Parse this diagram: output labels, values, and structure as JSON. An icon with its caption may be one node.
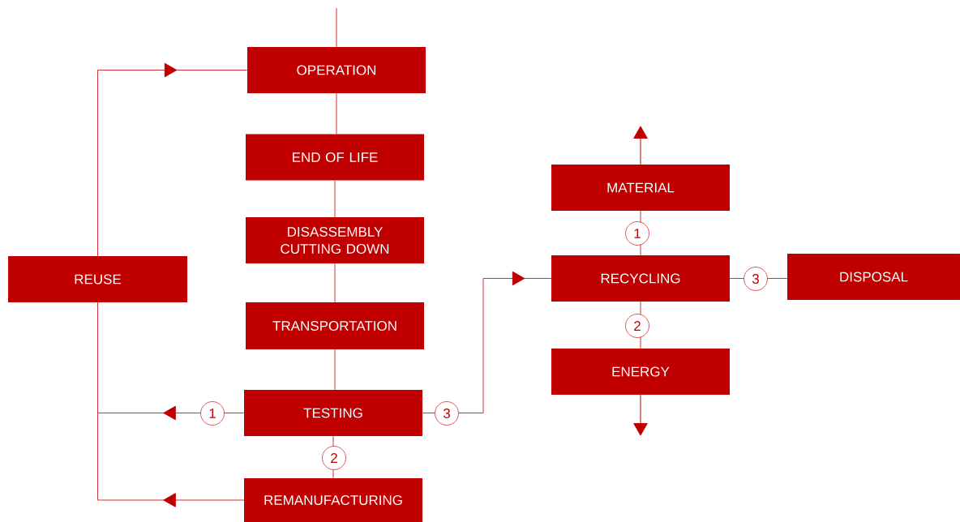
{
  "diagram": {
    "nodes": [
      {
        "text": [
          "OPERATION"
        ]
      },
      {
        "text": [
          "END OF LIFE"
        ]
      },
      {
        "text": [
          "DISASSEMBLY CUTTING DOWN"
        ]
      },
      {
        "text": [
          "TRANSPORTATION"
        ]
      },
      {
        "text": [
          "TESTING"
        ]
      },
      {
        "text": [
          "REMANUFACTURING"
        ]
      },
      {
        "text": [
          "REUSE"
        ]
      },
      {
        "text": [
          "MATERIAL"
        ]
      },
      {
        "text": [
          "RECYCLING"
        ]
      },
      {
        "text": [
          "DISPOSAL"
        ]
      },
      {
        "text": [
          "ENERGY"
        ]
      }
    ],
    "edges": [
      {
        "from": null,
        "to": 0,
        "arrow": "none"
      },
      {
        "from": 0,
        "to": 1,
        "arrow": "none"
      },
      {
        "from": 1,
        "to": 2,
        "arrow": "none"
      },
      {
        "from": 2,
        "to": 3,
        "arrow": "none"
      },
      {
        "from": 3,
        "to": 4,
        "arrow": "none"
      },
      {
        "from": 6,
        "to": 0,
        "arrow": "to"
      },
      {
        "from": 4,
        "to": 6,
        "arrow": "to",
        "label": "1"
      },
      {
        "from": 4,
        "to": 5,
        "arrow": "none",
        "label": "2"
      },
      {
        "from": 5,
        "to": 6,
        "arrow": "to"
      },
      {
        "from": 4,
        "to": 8,
        "arrow": "to",
        "label": "3"
      },
      {
        "from": 8,
        "to": 7,
        "arrow": "none",
        "label": "1"
      },
      {
        "from": 8,
        "to": 10,
        "arrow": "none",
        "label": "2"
      },
      {
        "from": 8,
        "to": 9,
        "arrow": "none",
        "label": "3"
      },
      {
        "from": 7,
        "to": null,
        "arrow": "to"
      },
      {
        "from": 10,
        "to": null,
        "arrow": "to"
      }
    ]
  }
}
